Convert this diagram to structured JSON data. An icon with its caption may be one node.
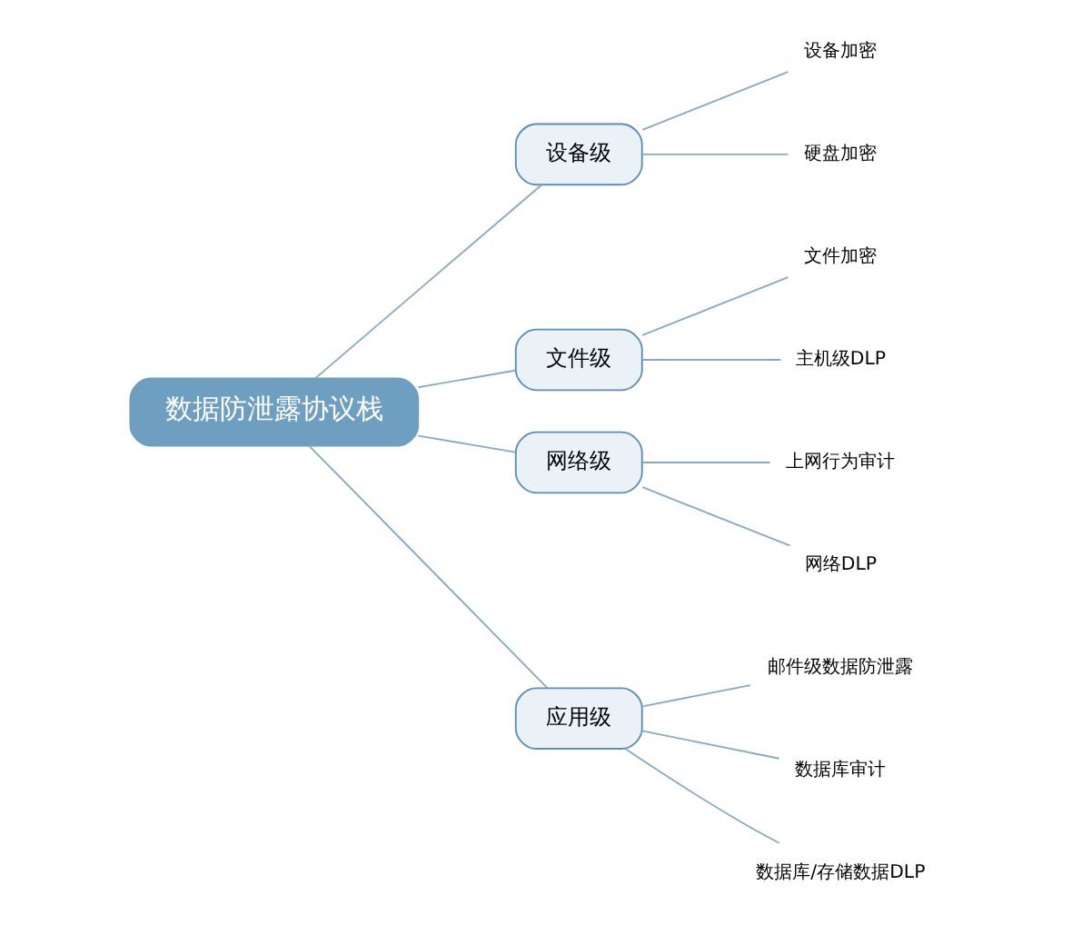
{
  "diagram": {
    "nodes": [
      {
        "text": [
          "数据防泄露协议栈"
        ]
      },
      {
        "text": [
          "设备级"
        ]
      },
      {
        "text": [
          "设备加密"
        ]
      },
      {
        "text": [
          "硬盘加密"
        ]
      },
      {
        "text": [
          "文件级"
        ]
      },
      {
        "text": [
          "文件加密"
        ]
      },
      {
        "text": [
          "主机级DLP"
        ]
      },
      {
        "text": [
          "网络级"
        ]
      },
      {
        "text": [
          "上网行为审计"
        ]
      },
      {
        "text": [
          "网络DLP"
        ]
      },
      {
        "text": [
          "应用级"
        ]
      },
      {
        "text": [
          "邮件级数据防泄露"
        ]
      },
      {
        "text": [
          "数据库审计"
        ]
      },
      {
        "text": [
          "数据库/存储数据DLP"
        ]
      }
    ],
    "edges": [
      {
        "from": 0,
        "to": 1,
        "arrow": "none"
      },
      {
        "from": 1,
        "to": 2,
        "arrow": "none"
      },
      {
        "from": 1,
        "to": 3,
        "arrow": "none"
      },
      {
        "from": 0,
        "to": 4,
        "arrow": "none"
      },
      {
        "from": 4,
        "to": 5,
        "arrow": "none"
      },
      {
        "from": 4,
        "to": 6,
        "arrow": "none"
      },
      {
        "from": 0,
        "to": 7,
        "arrow": "none"
      },
      {
        "from": 7,
        "to": 8,
        "arrow": "none"
      },
      {
        "from": 7,
        "to": 9,
        "arrow": "none"
      },
      {
        "from": 0,
        "to": 10,
        "arrow": "none"
      },
      {
        "from": 10,
        "to": 11,
        "arrow": "none"
      },
      {
        "from": 10,
        "to": 12,
        "arrow": "none"
      },
      {
        "from": 10,
        "to": 13,
        "arrow": "none"
      }
    ]
  }
}
